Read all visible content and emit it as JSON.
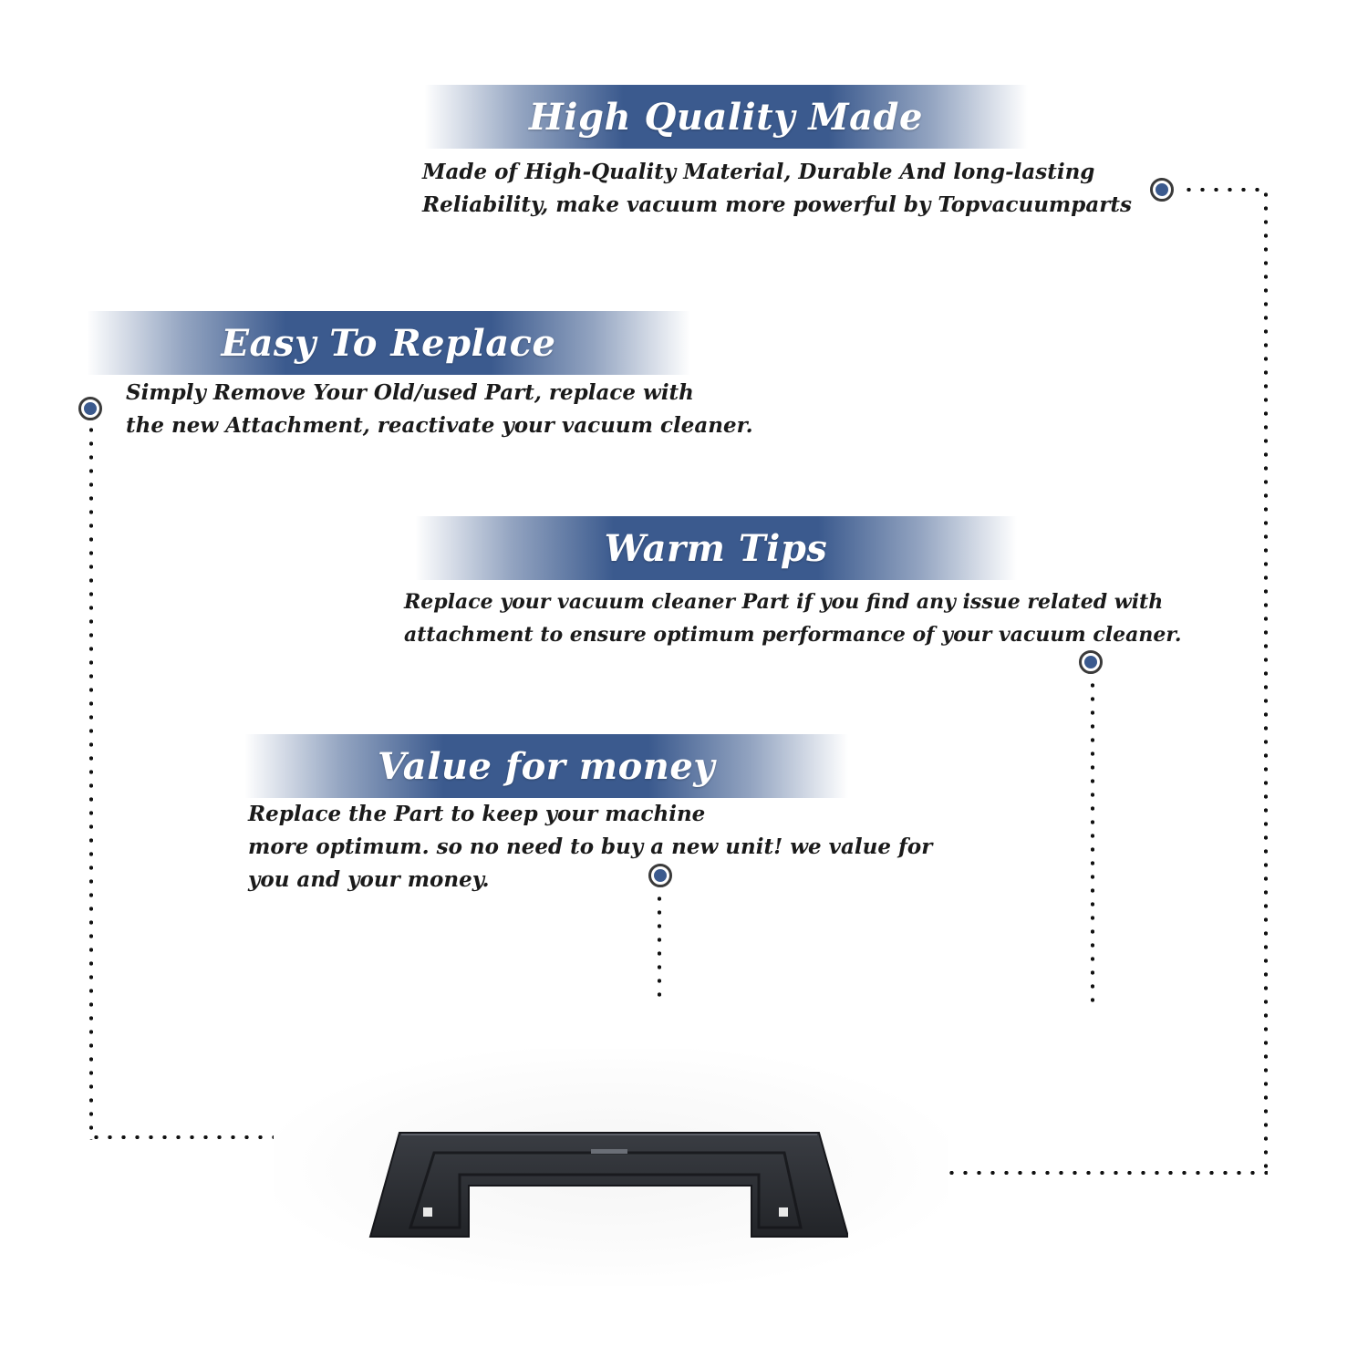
{
  "sections": [
    {
      "title": "High Quality Made",
      "lines": [
        "Made of  High-Quality Material, Durable And long-lasting",
        "Reliability, make vacuum more powerful by Topvacuumparts"
      ]
    },
    {
      "title": "Easy To Replace",
      "lines": [
        "Simply Remove Your Old/used Part, replace with",
        "the new Attachment, reactivate your vacuum cleaner."
      ]
    },
    {
      "title": "Warm Tips",
      "lines": [
        "Replace your vacuum cleaner Part if you find any issue related with",
        " attachment to ensure optimum performance of your vacuum cleaner."
      ]
    },
    {
      "title": "Value for money",
      "lines": [
        "Replace the Part to keep your machine",
        "more optimum. so no need to buy a new unit! we value for",
        "you and your money."
      ]
    }
  ],
  "colors": {
    "banner": "#3b5a8e",
    "marker": "#3b5a8e",
    "product": "#2a2c31",
    "text": "#1a1a1a"
  },
  "product": {
    "icon": "vacuum-attachment-frame"
  }
}
